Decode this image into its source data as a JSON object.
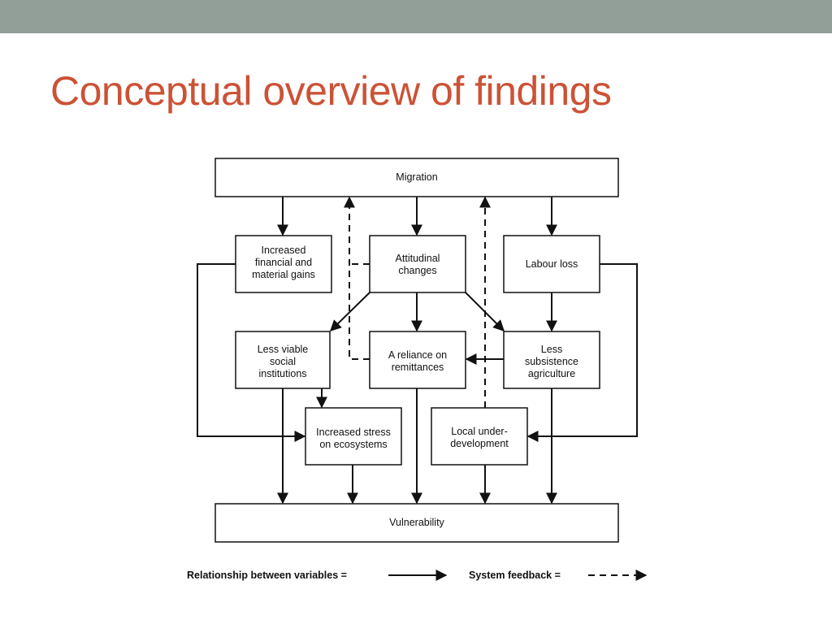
{
  "slide": {
    "title": "Conceptual overview of findings",
    "accent_color": "#cc5236",
    "band_color": "#919f98"
  },
  "diagram": {
    "nodes": {
      "migration": [
        "Migration"
      ],
      "financial": [
        "Increased",
        "financial and",
        "material gains"
      ],
      "attitudinal": [
        "Attitudinal",
        "changes"
      ],
      "labour": [
        "Labour loss"
      ],
      "social": [
        "Less viable",
        "social",
        "institutions"
      ],
      "remittances": [
        "A reliance on",
        "remittances"
      ],
      "subsistence": [
        "Less",
        "subsistence",
        "agriculture"
      ],
      "stress": [
        "Increased stress",
        "on ecosystems"
      ],
      "underdev": [
        "Local under-",
        "development"
      ],
      "vulnerability": [
        "Vulnerability"
      ]
    },
    "legend": {
      "relationship": "Relationship between variables =",
      "feedback": "System feedback ="
    }
  }
}
